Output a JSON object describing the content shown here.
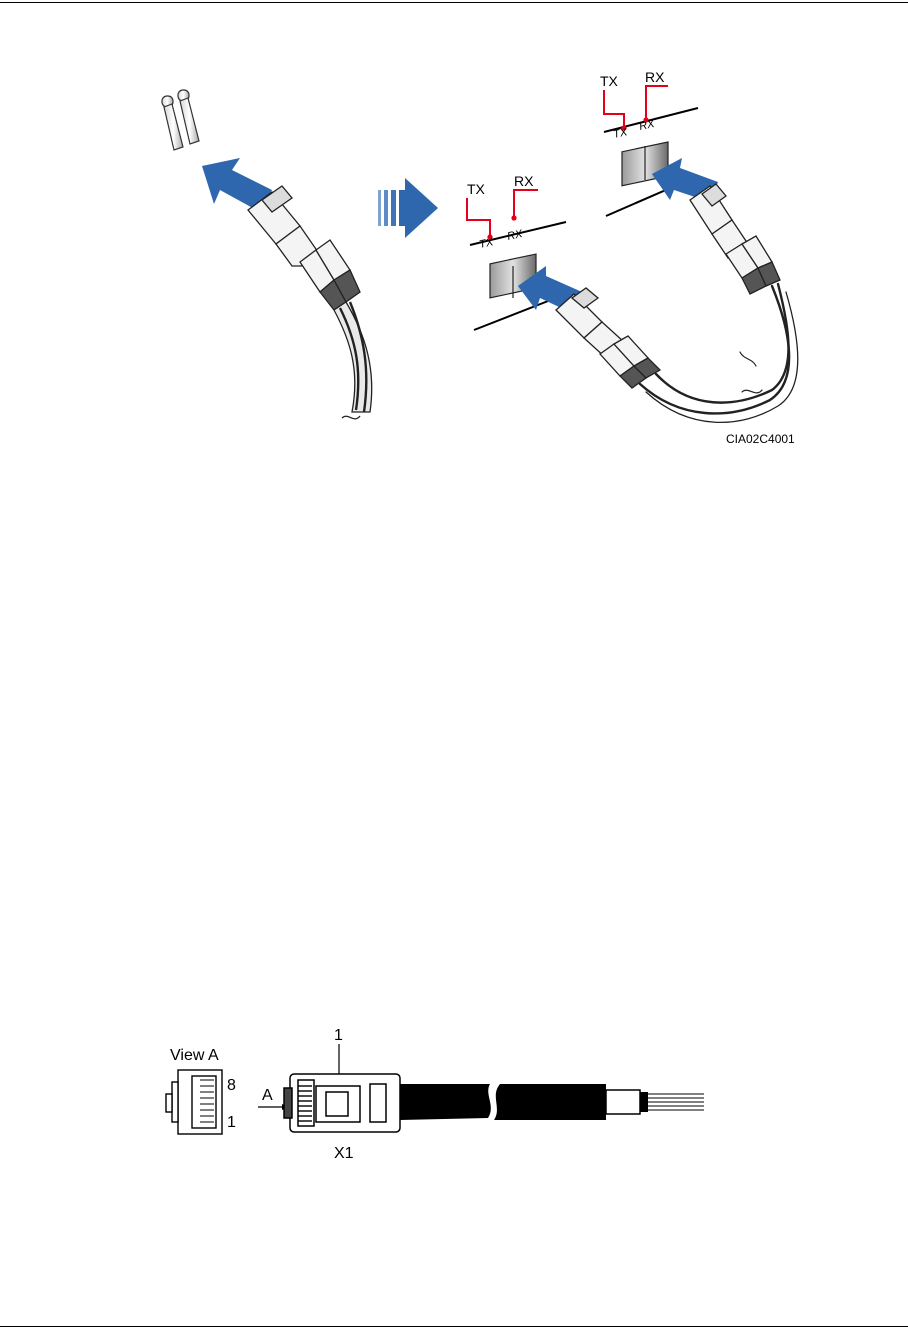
{
  "figure1": {
    "label_tx": "TX",
    "label_rx": "RX",
    "port_tx": "TX",
    "port_rx": "RX",
    "code": "CIA02C4001",
    "arrow_color": "#2e67ad",
    "marker_color": "#e4001b"
  },
  "figure2": {
    "view_label": "View A",
    "pin_top": "8",
    "pin_bottom": "1",
    "arrow_label": "A",
    "callout": "1",
    "connector_label": "X1"
  }
}
